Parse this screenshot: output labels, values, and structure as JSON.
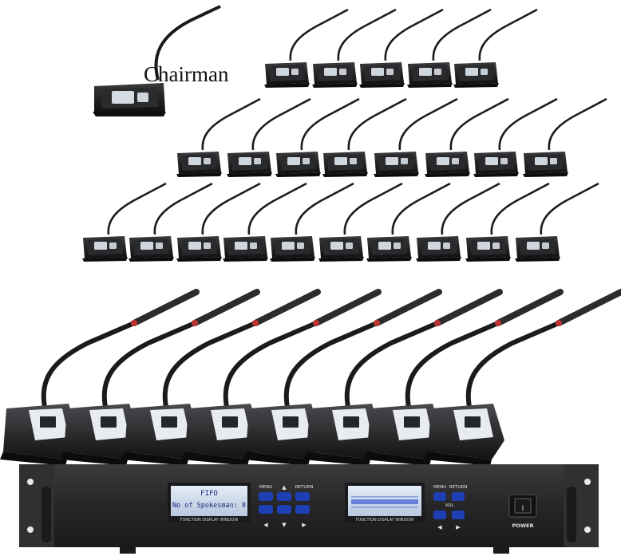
{
  "chairman_label": "Chairman",
  "receiver": {
    "left_display": {
      "line1": "FIFO",
      "line2": "No of Spokesman:  8",
      "caption": "FUNCTION DISPLAY WINDOW"
    },
    "right_display": {
      "caption": "FUNCTION DISPLAY WINDOW"
    },
    "left_buttons": {
      "menu": "MENU",
      "return": "RETURN"
    },
    "right_buttons": {
      "menu": "MENU",
      "return": "RETURN",
      "vol": "VOL"
    },
    "power_label": "POWER"
  },
  "colors": {
    "unit_body": "#1c1c1e",
    "lcd_bg": "#cfd9ea",
    "lcd_text": "#1a2a7a",
    "button_blue": "#1f3fb5",
    "receiver_body": "#2a2a2c"
  }
}
